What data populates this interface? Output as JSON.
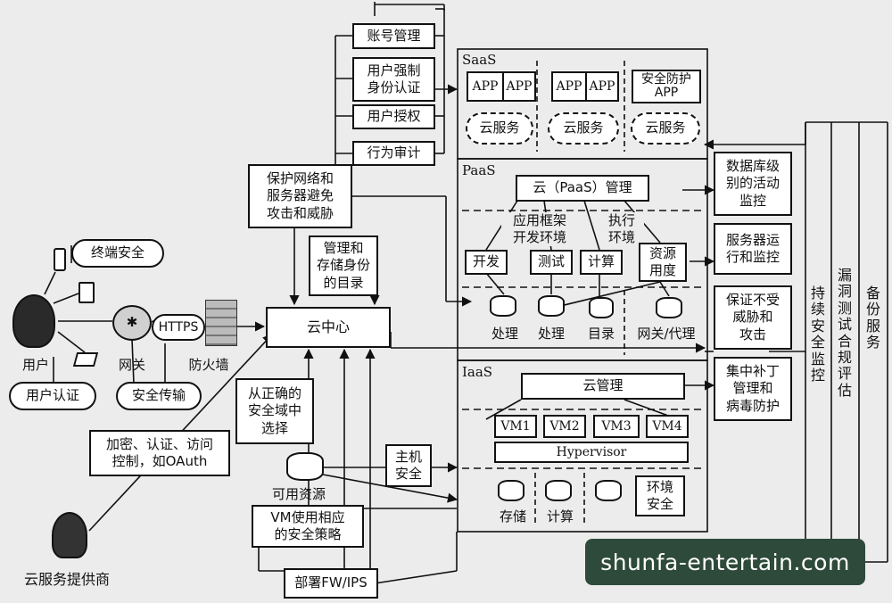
{
  "identity": {
    "account": "账号管理",
    "strong_auth": "用户强制\n身份认证",
    "authorization": "用户授权",
    "audit": "行为审计"
  },
  "saas": {
    "title": "SaaS",
    "app": "APP",
    "security_app": "安全防护\nAPP",
    "cloud_service": "云服务"
  },
  "paas": {
    "title": "PaaS",
    "management": "云（PaaS）管理",
    "framework": "应用框架\n开发环境",
    "exec_env": "执行\n环境",
    "dev": "开发",
    "test": "测试",
    "compute": "计算",
    "resource_usage": "资源\n用度",
    "proc1": "处理",
    "proc2": "处理",
    "directory": "目录",
    "gateway_proxy": "网关/代理"
  },
  "iaas": {
    "title": "IaaS",
    "management": "云管理",
    "vms": [
      "VM1",
      "VM2",
      "VM3",
      "VM4"
    ],
    "hypervisor": "Hypervisor",
    "storage": "存储",
    "compute": "计算",
    "env_security": "环境\n安全"
  },
  "right_boxes": {
    "db_monitor": "数据库级\n别的活动\n监控",
    "server_monitor": "服务器运\n行和监控",
    "threat_protect": "保证不受\n威胁和\n攻击",
    "patch_av": "集中补丁\n管理和\n病毒防护"
  },
  "vertical": {
    "continuous": "持续安全监控",
    "vuln": "漏洞测试合规评估",
    "backup": "备份服务"
  },
  "center": {
    "protect_net": "保护网络和\n服务器避免\n攻击和威胁",
    "dir_mgmt": "管理和\n存储身份\n的目录",
    "cloud_center": "云中心",
    "select_domain": "从正确的\n安全域中\n选择",
    "available": "可用资源",
    "host_security": "主机\n安全",
    "vm_policy": "VM使用相应\n的安全策略",
    "deploy_fw": "部署FW/IPS"
  },
  "left": {
    "endpoint": "终端安全",
    "user": "用户",
    "gateway": "网关",
    "https": "HTTPS",
    "firewall": "防火墙",
    "user_auth": "用户认证",
    "secure_transfer": "安全传输",
    "encryption": "加密、认证、访问\n控制，如OAuth",
    "provider": "云服务提供商"
  },
  "watermark": "shunfa-entertain.com"
}
